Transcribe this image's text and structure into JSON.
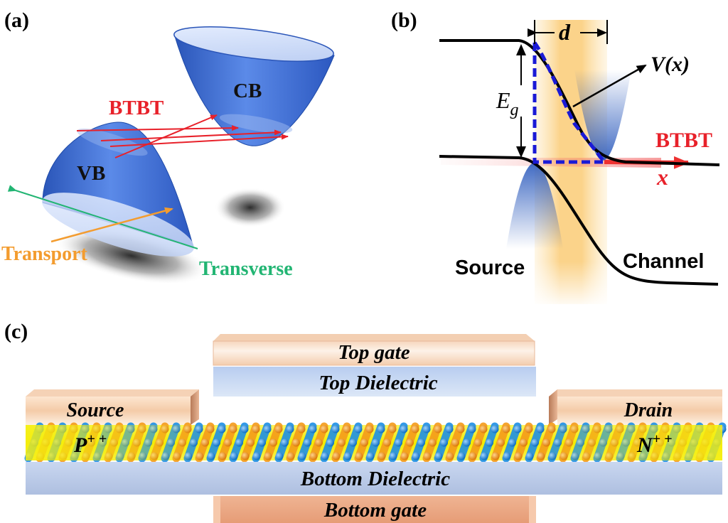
{
  "panels": {
    "a": {
      "label": "(a)",
      "conduction_band": "CB",
      "valence_band": "VB",
      "tunneling": "BTBT",
      "transport_axis": "Transport",
      "transverse_axis": "Transverse"
    },
    "b": {
      "label": "(b)",
      "width_label": "d",
      "potential_label": "V(x)",
      "gap_symbol": "E",
      "gap_subscript": "g",
      "tunneling": "BTBT",
      "axis_label": "x",
      "source_label": "Source",
      "channel_label": "Channel"
    },
    "c": {
      "label": "(c)",
      "top_gate": "Top gate",
      "top_dielectric": "Top Dielectric",
      "source": "Source",
      "drain": "Drain",
      "p_doping": "P",
      "p_superscript": "+ +",
      "n_doping": "N",
      "n_superscript": "+ +",
      "bottom_dielectric": "Bottom Dielectric",
      "bottom_gate": "Bottom gate"
    }
  },
  "colors": {
    "band_blue": "#3f6fd6",
    "btbt_red": "#e8212a",
    "transport_orange": "#f39c2f",
    "transverse_green": "#22b573",
    "band_edge_dashed": "#1a1ad6",
    "depletion_yellow": "#fbd88a",
    "contact_tan": "#e8b48c",
    "dielectric_blue": "#c5d5ee",
    "gate_orange": "#e9a07a",
    "channel_yellow": "#f5ef10",
    "atom_blue": "#1e90e6",
    "atom_orange": "#f59b1a"
  }
}
